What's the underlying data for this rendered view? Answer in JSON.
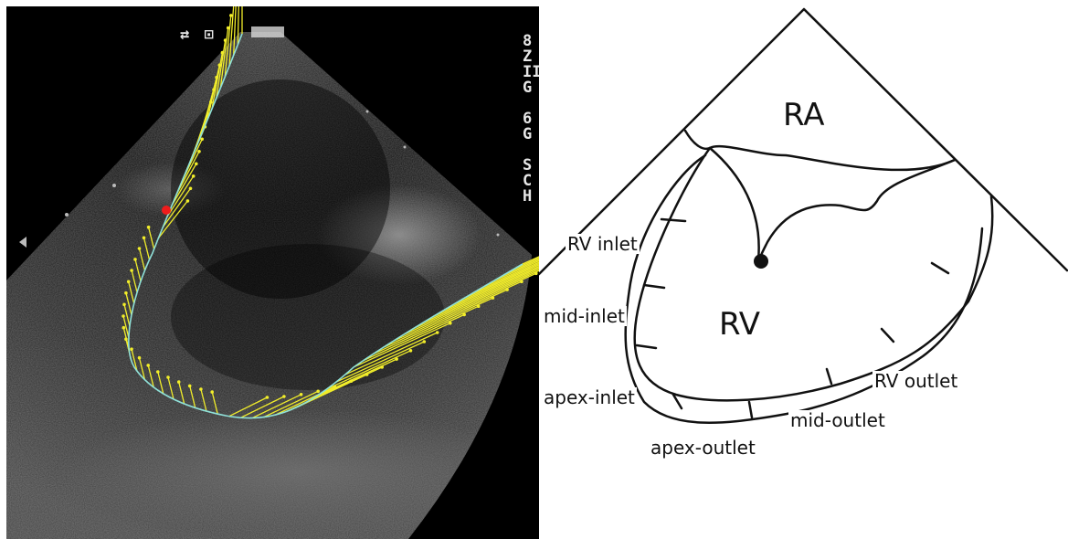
{
  "echo": {
    "side_glyphs": [
      "8",
      "Z",
      "II",
      "G",
      "6",
      "G",
      "S",
      "C",
      "H"
    ],
    "top_glyphs": "⇄ ⊡",
    "colors": {
      "tracking": "#f2ee2a",
      "marker": "#ee1c1c",
      "border": "#8fe0d8"
    }
  },
  "diagram": {
    "chamber_labels": {
      "ra": "RA",
      "rv": "RV"
    },
    "segment_labels": {
      "rv_inlet": "RV inlet",
      "mid_inlet": "mid-inlet",
      "apex_inlet": "apex-inlet",
      "apex_outlet": "apex-outlet",
      "mid_outlet": "mid-outlet",
      "rv_outlet": "RV outlet"
    }
  }
}
